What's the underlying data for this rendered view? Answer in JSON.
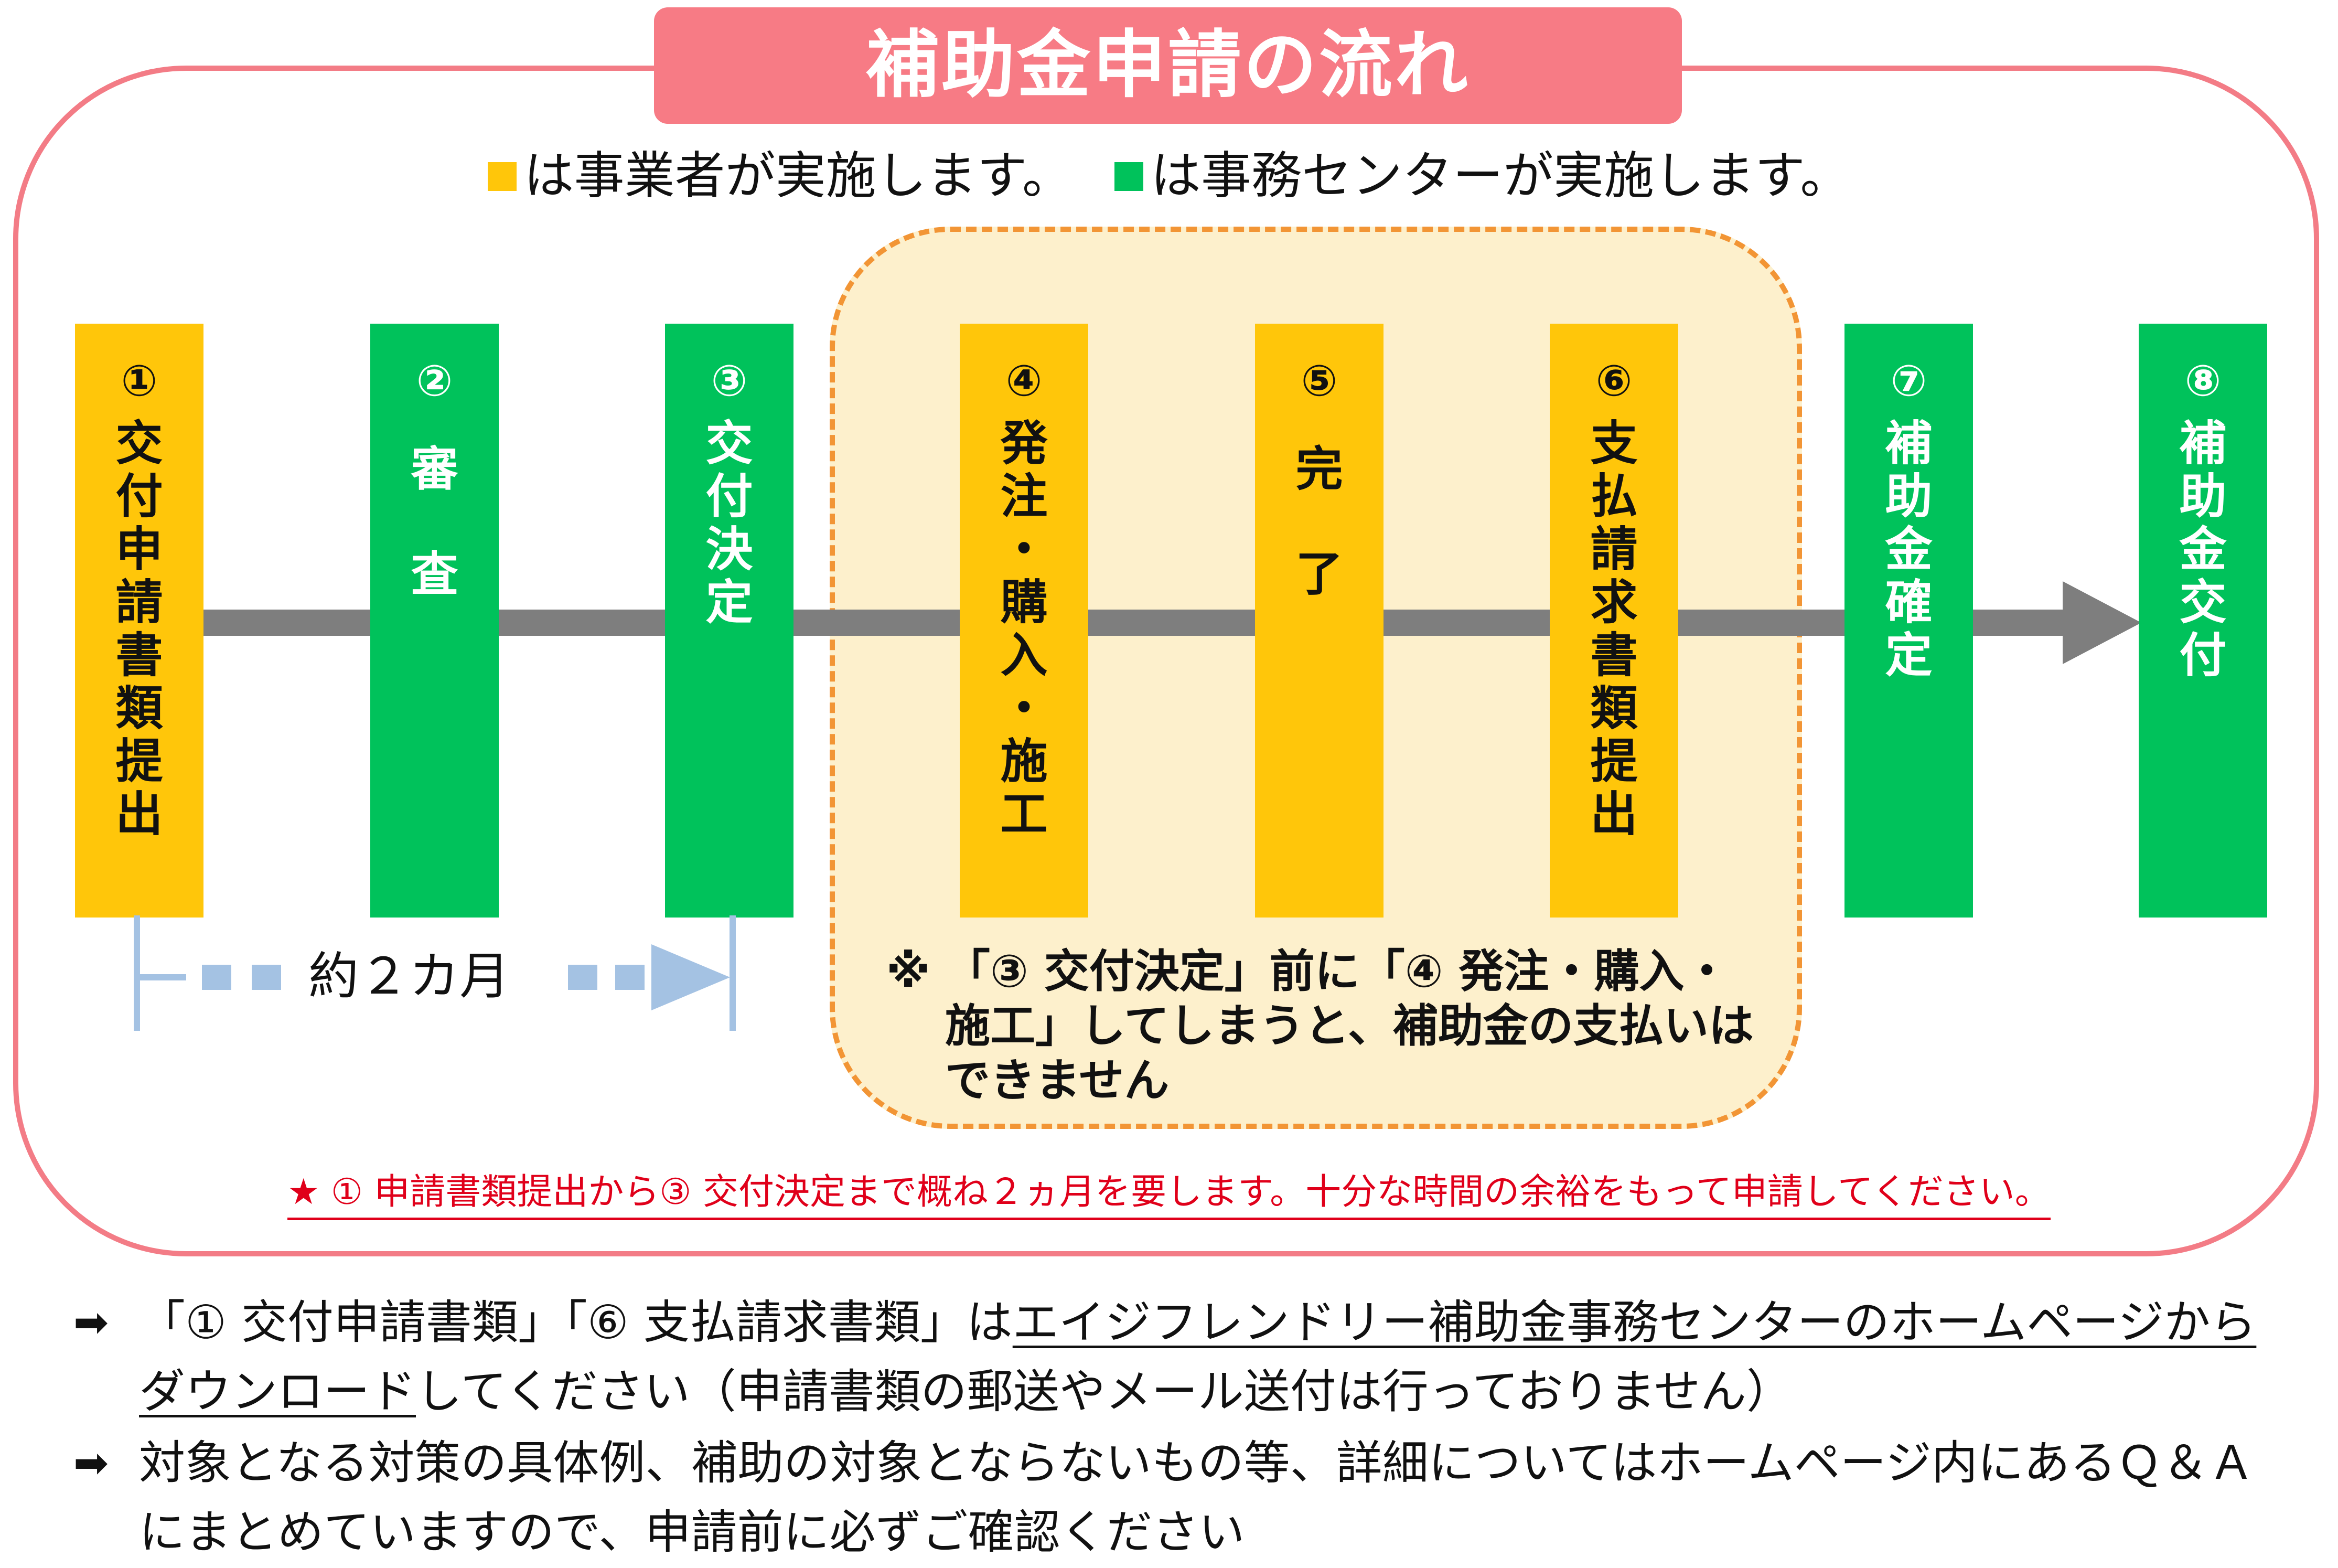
{
  "title": "補助金申請の流れ",
  "legend": {
    "operator_color": "#ffc60a",
    "operator_text": "は事業者が実施します。",
    "center_color": "#00c25b",
    "center_text": "は事務センターが実施します。"
  },
  "steps": [
    {
      "num": "①",
      "label": "交付申請書類提出",
      "actor": "operator"
    },
    {
      "num": "②",
      "label": "審査",
      "actor": "center"
    },
    {
      "num": "③",
      "label": "交付決定",
      "actor": "center"
    },
    {
      "num": "④",
      "label": "発注・購入・施工",
      "actor": "operator"
    },
    {
      "num": "⑤",
      "label": "完了",
      "actor": "operator"
    },
    {
      "num": "⑥",
      "label": "支払請求書類提出",
      "actor": "operator"
    },
    {
      "num": "⑦",
      "label": "補助金確定",
      "actor": "center"
    },
    {
      "num": "⑧",
      "label": "補助金交付",
      "actor": "center"
    }
  ],
  "duration_label": "約２カ月",
  "note": {
    "mark": "※",
    "text": "「③ 交付決定」前に「④ 発注・購入・施工」してしまうと、補助金の支払いはできません"
  },
  "red_note": "★ ① 申請書類提出から③ 交付決定まで概ね２ヵ月を要します。十分な時間の余裕をもって申請してください。",
  "bullets": [
    {
      "arrow": "➡",
      "pre": "「① 交付申請書類」「⑥ 支払請求書類」は",
      "link": "エイジフレンドリー補助金事務センターのホームページからダウンロード",
      "post": "してください（申請書類の郵送やメール送付は行っておりません）"
    },
    {
      "arrow": "➡",
      "pre": "対象となる対策の具体例、補助の対象とならないもの等、詳細についてはホームページ内にあるＱ＆Ａにまとめていますので、申請前に必ずご確認ください"
    }
  ]
}
